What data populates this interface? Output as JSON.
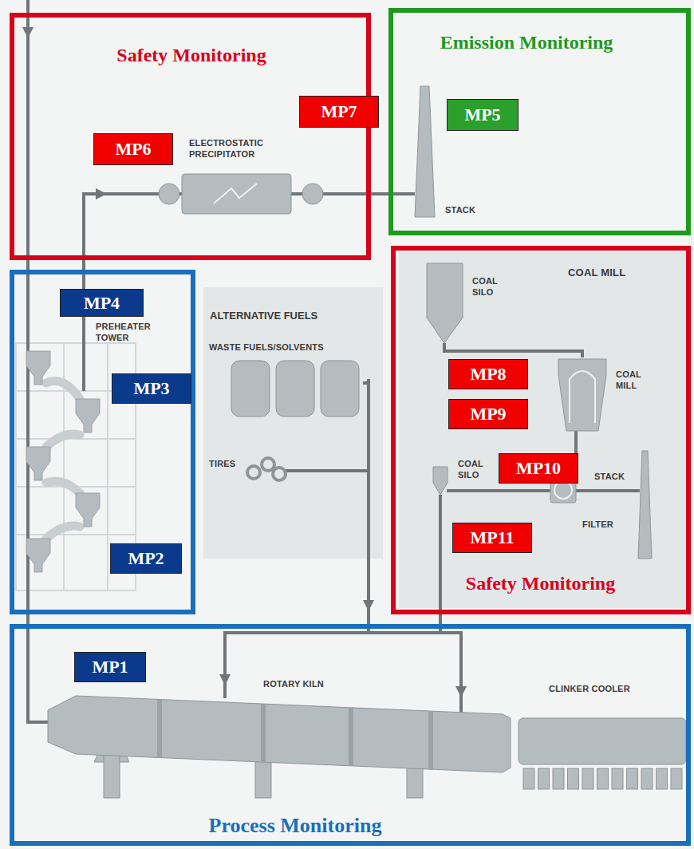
{
  "diagram": {
    "nodes": [
      {
        "text": [
          "Safety Monitoring"
        ]
      },
      {
        "text": [
          "MP6"
        ],
        "in": 0
      },
      {
        "text": [
          "MP7"
        ],
        "in": 0
      },
      {
        "text": [
          "Emission Monitoring"
        ]
      },
      {
        "text": [
          "MP5"
        ],
        "in": 3
      },
      {
        "text": [
          "MP4"
        ]
      },
      {
        "text": [
          "MP3"
        ]
      },
      {
        "text": [
          "MP2"
        ]
      },
      {
        "text": [
          "ALTERNATIVE FUELS"
        ]
      },
      {
        "text": [
          "Safety Monitoring"
        ]
      },
      {
        "text": [
          "MP8"
        ],
        "in": 9
      },
      {
        "text": [
          "MP9"
        ],
        "in": 9
      },
      {
        "text": [
          "MP10"
        ],
        "in": 9
      },
      {
        "text": [
          "MP11"
        ],
        "in": 9
      },
      {
        "text": [
          "Process Monitoring"
        ]
      },
      {
        "text": [
          "MP1"
        ],
        "in": 14
      }
    ],
    "labels": [
      "ELECTROSTATIC PRECIPITATOR",
      "STACK",
      "COAL SILO",
      "COAL MILL",
      "COAL MILL",
      "COAL SILO",
      "STACK",
      "FILTER",
      "PREHEATER TOWER",
      "WASTE FUELS/SOLVENTS",
      "TIRES",
      "ROTARY KILN",
      "CLINKER COOLER"
    ]
  }
}
